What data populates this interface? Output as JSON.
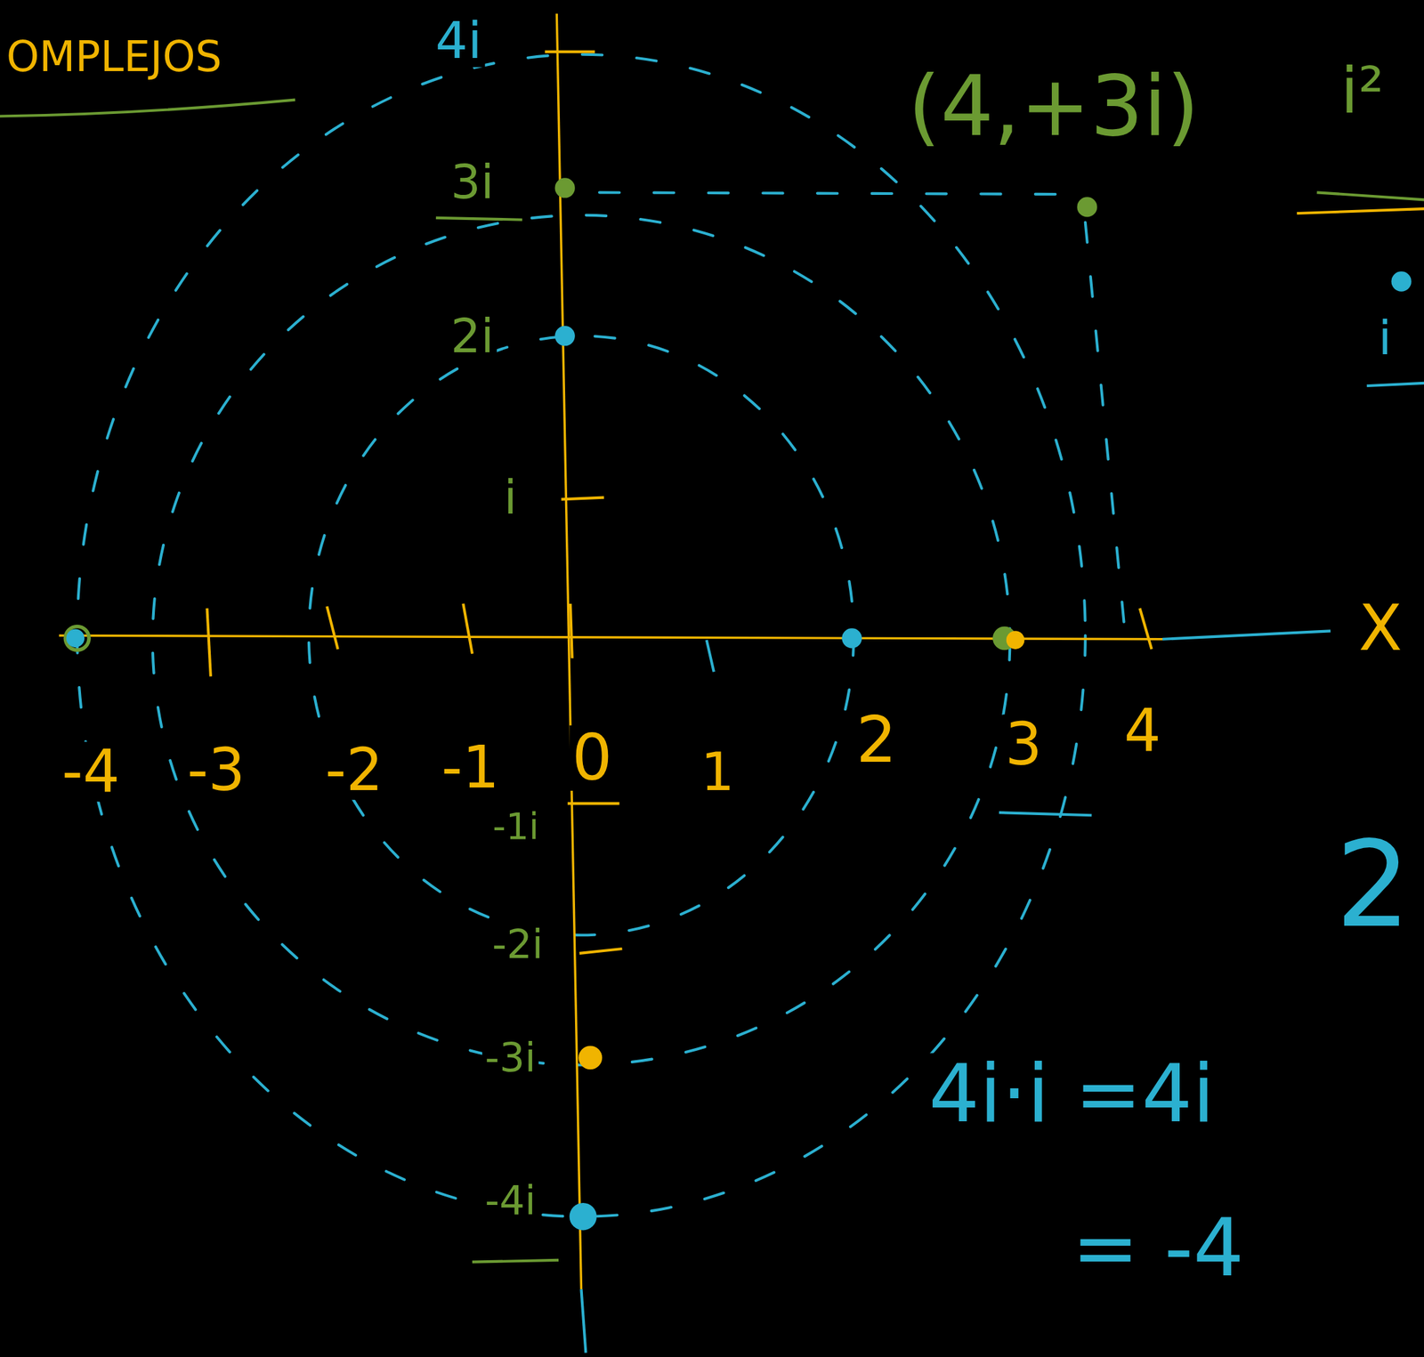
{
  "diagram": {
    "title": "OMPLEJOS",
    "labels": [
      "4i",
      "(4,+3i)",
      "i²",
      "3i",
      "2i",
      "i",
      "i",
      "X",
      "-4",
      "-3",
      "-2",
      "-1",
      "0",
      "1",
      "2",
      "3",
      "4",
      "-1i",
      "2",
      "-2i",
      "-3i",
      "4i·i =4i",
      "-4i",
      "= -4"
    ]
  }
}
